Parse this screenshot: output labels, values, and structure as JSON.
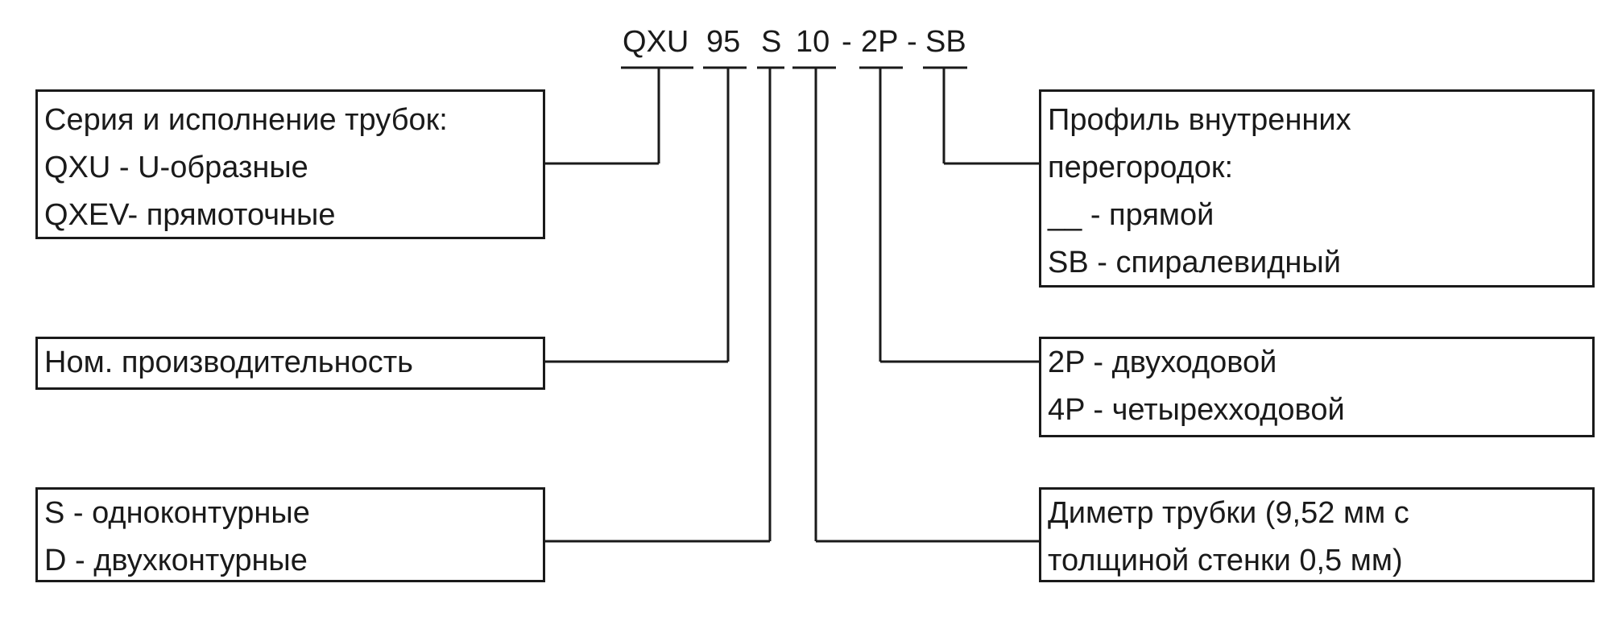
{
  "code": {
    "parts": [
      "QXU",
      "95",
      "S",
      "10",
      "2P",
      "SB"
    ],
    "separators": [
      "-",
      "-",
      "-"
    ]
  },
  "boxes": {
    "series": {
      "lines": [
        "Серия и исполнение трубок:",
        "QXU - U-образные",
        "QXEV- прямоточные"
      ]
    },
    "capacity": {
      "lines": [
        "Ном. производительность"
      ]
    },
    "circuits": {
      "lines": [
        "S - одноконтурные",
        "D - двухконтурные"
      ]
    },
    "baffles": {
      "lines": [
        "Профиль внутренних",
        "перегородок:",
        "__ - прямой",
        "SB - спиралевидный"
      ]
    },
    "passes": {
      "lines": [
        "2P - двуходовой",
        "4P - четырехходовой"
      ]
    },
    "diameter": {
      "lines": [
        "Диметр трубки (9,52 мм с",
        "толщиной стенки 0,5 мм)"
      ]
    }
  }
}
